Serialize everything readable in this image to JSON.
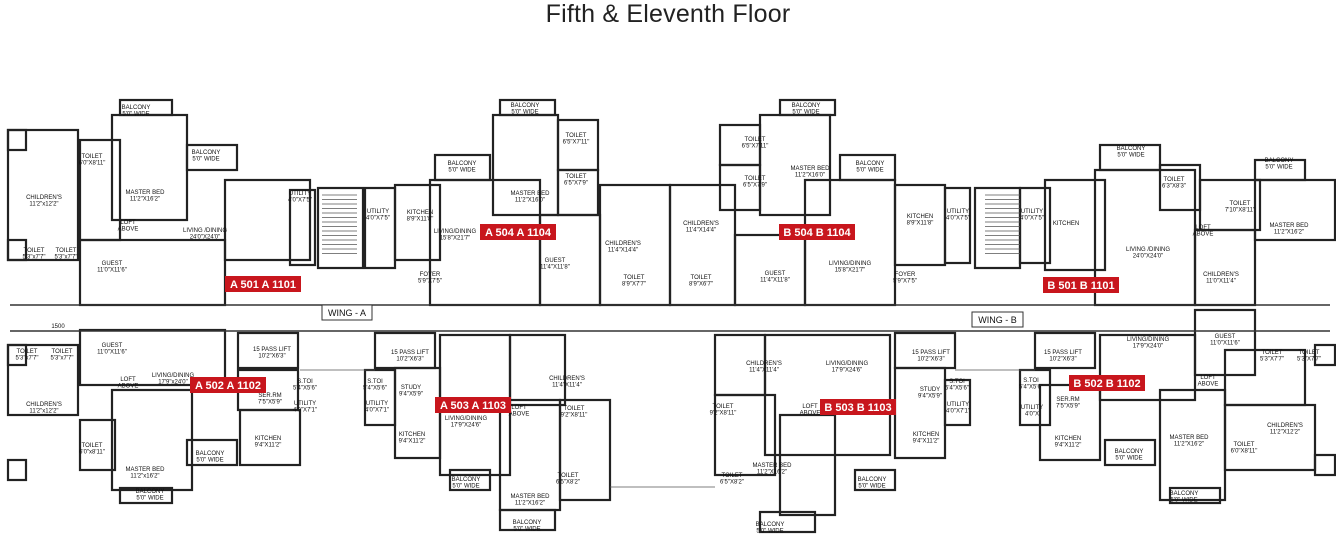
{
  "title": "Fifth & Eleventh Floor",
  "wings": [
    "WING - A",
    "WING - B"
  ],
  "unit_tags": [
    "A 501 A 1101",
    "A 504 A 1104",
    "B 504 B 1104",
    "B 501 B 1101",
    "A 502 A 1102",
    "A 503 A 1103",
    "B 503 B 1103",
    "B 502 B 1102"
  ],
  "tag_color": "#c8161d",
  "rooms": [
    {
      "name": "BALCONY",
      "size": "5'0\" WIDE"
    },
    {
      "name": "TOILET",
      "size": "6'0\"X8'11\""
    },
    {
      "name": "MASTER BED",
      "size": "11'2\"X16'2\""
    },
    {
      "name": "BALCONY",
      "size": "5'0\" WIDE"
    },
    {
      "name": "CHILDREN'S",
      "size": "11'2\"x12'2\""
    },
    {
      "name": "TOILET",
      "size": "5'3\"x7'7\""
    },
    {
      "name": "TOILET",
      "size": "5'3\"x7'7\""
    },
    {
      "name": "LOFT",
      "size": "ABOVE"
    },
    {
      "name": "LIVING /DINING",
      "size": "24'0\"X24'0\""
    },
    {
      "name": "GUEST",
      "size": "11'0\"X11'6\""
    },
    {
      "name": "UTILITY",
      "size": "4'0\"X7'5\""
    },
    {
      "name": "UTILITY",
      "size": "4'0\"X7'5\""
    },
    {
      "name": "KITCHEN",
      "size": "8'9\"X11'8\""
    },
    {
      "name": "BALCONY",
      "size": "5'0\" WIDE"
    },
    {
      "name": "BALCONY",
      "size": "5'0\" WIDE"
    },
    {
      "name": "TOILET",
      "size": "6'5\"X7'11\""
    },
    {
      "name": "TOILET",
      "size": "6'5\"X7'9\""
    },
    {
      "name": "MASTER BED",
      "size": "11'2\"X16'0\""
    },
    {
      "name": "LIVING/DINING",
      "size": "15'8\"X21'7\""
    },
    {
      "name": "CHILDREN'S",
      "size": "11'4\"X14'4\""
    },
    {
      "name": "GUEST",
      "size": "11'4\"X11'8\""
    },
    {
      "name": "FOYER",
      "size": "5'9\"X7'5\""
    },
    {
      "name": "TOILET",
      "size": "8'9\"X7'7\""
    },
    {
      "name": "CHILDREN'S",
      "size": "11'4\"X14'4\""
    },
    {
      "name": "TOILET",
      "size": "8'9\"X6'7\""
    },
    {
      "name": "TOILET",
      "size": "6'5\"X7'11\""
    },
    {
      "name": "TOILET",
      "size": "6'5\"X7'9\""
    },
    {
      "name": "BALCONY",
      "size": "5'0\" WIDE"
    },
    {
      "name": "MASTER BED",
      "size": "11'2\"X16'0\""
    },
    {
      "name": "BALCONY",
      "size": "5'0\" WIDE"
    },
    {
      "name": "GUEST",
      "size": "11'4\"X11'8\""
    },
    {
      "name": "LIVING/DINING",
      "size": "15'8\"X21'7\""
    },
    {
      "name": "KITCHEN",
      "size": "8'9\"X11'8\""
    },
    {
      "name": "UTILITY",
      "size": "4'0\"X7'5\""
    },
    {
      "name": "FOYER",
      "size": "5'9\"X7'5\""
    },
    {
      "name": "UTILITY",
      "size": "4'0\"X7'5\""
    },
    {
      "name": "KITCHEN",
      "size": ""
    },
    {
      "name": "BALCONY",
      "size": "5'0\" WIDE"
    },
    {
      "name": "TOILET",
      "size": "6'3\"X8'3\""
    },
    {
      "name": "TOILET",
      "size": "7'10\"X8'11\""
    },
    {
      "name": "BALCONY",
      "size": "5'0\" WIDE"
    },
    {
      "name": "MASTER BED",
      "size": "11'2\"X16'2\""
    },
    {
      "name": "LIVING /DINING",
      "size": "24'0\"X24'0\""
    },
    {
      "name": "LOFT",
      "size": "ABOVE"
    },
    {
      "name": "CHILDREN'S",
      "size": "11'0\"X11'4\""
    },
    {
      "name": "GUEST",
      "size": "11'0\"X11'6\""
    },
    {
      "name": "1500",
      "size": ""
    },
    {
      "name": "TOILET",
      "size": "5'3\"x7'7\""
    },
    {
      "name": "TOILET",
      "size": "5'3\"x7'7\""
    },
    {
      "name": "CHILDREN'S",
      "size": "11'2\"x12'2\""
    },
    {
      "name": "LOFT",
      "size": "ABOVE"
    },
    {
      "name": "LIVING/DINING",
      "size": "17'9\"x24'0\""
    },
    {
      "name": "TOILET",
      "size": "6'0\"x8'11\""
    },
    {
      "name": "MASTER BED",
      "size": "11'2\"x16'2\""
    },
    {
      "name": "BALCONY",
      "size": "5'0\" WIDE"
    },
    {
      "name": "BALCONY",
      "size": "5'0\" WIDE"
    },
    {
      "name": "15 PASS LIFT",
      "size": "10'2\"X6'3\""
    },
    {
      "name": "S.TOI",
      "size": "5'4\"X5'6\""
    },
    {
      "name": "SER.RM",
      "size": "7'5\"X5'9\""
    },
    {
      "name": "UTILITY",
      "size": "4'0\"X7'1\""
    },
    {
      "name": "KITCHEN",
      "size": "9'4\"X11'2\""
    },
    {
      "name": "15 PASS LIFT",
      "size": "10'2\"X6'3\""
    },
    {
      "name": "S.TOI",
      "size": "5'4\"X5'6\""
    },
    {
      "name": "STUDY",
      "size": "9'4\"X5'9\""
    },
    {
      "name": "UTILITY",
      "size": "4'0\"X7'1\""
    },
    {
      "name": "KITCHEN",
      "size": "9'4\"X11'2\""
    },
    {
      "name": "LIVING/DINING",
      "size": "17'9\"X24'6\""
    },
    {
      "name": "LOFT",
      "size": "ABOVE"
    },
    {
      "name": "CHILDREN'S",
      "size": "11'4\"X11'4\""
    },
    {
      "name": "TOILET",
      "size": "9'2\"X8'11\""
    },
    {
      "name": "TOILET",
      "size": "6'5\"X8'2\""
    },
    {
      "name": "MASTER BED",
      "size": "11'2\"X16'2\""
    },
    {
      "name": "BALCONY",
      "size": "5'0\" WIDE"
    },
    {
      "name": "BALCONY",
      "size": "5'0\" WIDE"
    },
    {
      "name": "CHILDREN'S",
      "size": "11'4\"X11'4\""
    },
    {
      "name": "LIVING/DINING",
      "size": "17'9\"X24'6\""
    },
    {
      "name": "TOILET",
      "size": "9'2\"X8'11\""
    },
    {
      "name": "LOFT",
      "size": "ABOVE"
    },
    {
      "name": "MASTER BED",
      "size": "11'2\"X16'2\""
    },
    {
      "name": "TOILET",
      "size": "6'5\"X8'2\""
    },
    {
      "name": "BALCONY",
      "size": "5'0\" WIDE"
    },
    {
      "name": "BALCONY",
      "size": "5'0\" WIDE"
    },
    {
      "name": "15 PASS LIFT",
      "size": "10'2\"X6'3\""
    },
    {
      "name": "STUDY",
      "size": "9'4\"X5'9\""
    },
    {
      "name": "S.TOI",
      "size": "5'4\"X5'6\""
    },
    {
      "name": "UTILITY",
      "size": "4'0\"X7'1\""
    },
    {
      "name": "KITCHEN",
      "size": "9'4\"X11'2\""
    },
    {
      "name": "15 PASS LIFT",
      "size": "10'2\"X6'3\""
    },
    {
      "name": "S.TOI",
      "size": "5'4\"X5'6\""
    },
    {
      "name": "UTILITY",
      "size": "4'0\"X"
    },
    {
      "name": "SER.RM",
      "size": "7'5\"X5'9\""
    },
    {
      "name": "KITCHEN",
      "size": "9'4\"X11'2\""
    },
    {
      "name": "BALCONY",
      "size": "5'0\" WIDE"
    },
    {
      "name": "LIVING/DINING",
      "size": "17'9\"X24'0\""
    },
    {
      "name": "GUEST",
      "size": "11'0\"X11'6\""
    },
    {
      "name": "LOFT",
      "size": "ABOVE"
    },
    {
      "name": "TOILET",
      "size": "5'3\"X7'7\""
    },
    {
      "name": "TOILET",
      "size": "5'3\"X7'7\""
    },
    {
      "name": "MASTER BED",
      "size": "11'2\"X16'2\""
    },
    {
      "name": "TOILET",
      "size": "6'0\"X8'11\""
    },
    {
      "name": "CHILDREN'S",
      "size": "11'2\"X12'2\""
    },
    {
      "name": "BALCONY",
      "size": "5'0\" WIDE"
    }
  ]
}
